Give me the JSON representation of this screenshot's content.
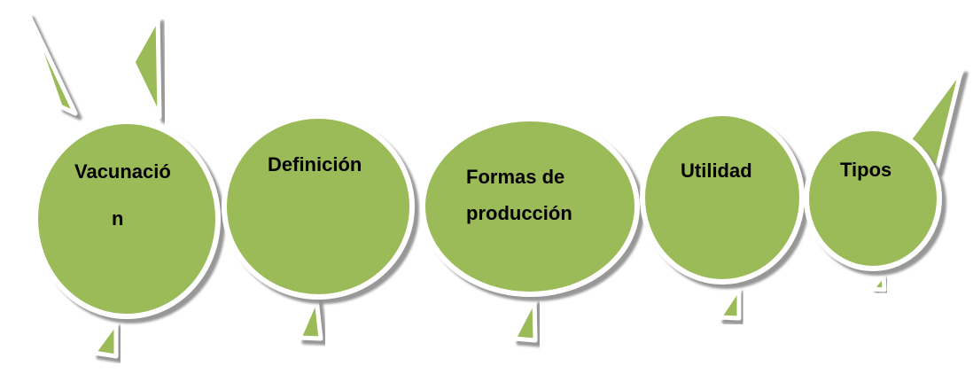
{
  "colors": {
    "fill": "#9bbb59",
    "outline": "#ffffff",
    "shadow": "#9a9a9a",
    "text": "#000000"
  },
  "segments": [
    {
      "line1": "Vacunació",
      "line2": "n"
    },
    {
      "line1": "Definición"
    },
    {
      "line1": "Formas de",
      "line2": "producción"
    },
    {
      "line1": "Utilidad"
    },
    {
      "line1": "Tipos"
    }
  ]
}
